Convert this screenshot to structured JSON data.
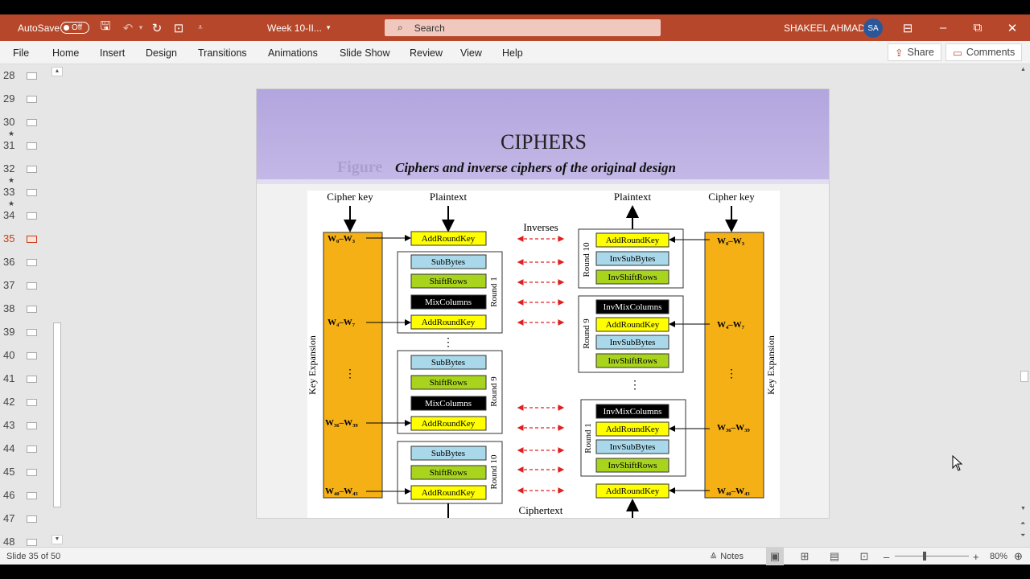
{
  "titlebar": {
    "autosave_label": "AutoSave",
    "autosave_state": "Off",
    "doc_title": "Week 10-II...",
    "search_placeholder": "Search",
    "user_name": "SHAKEEL AHMAD",
    "user_initials": "SA",
    "accent_color": "#b7472a"
  },
  "ribbon": {
    "tabs": [
      "File",
      "Home",
      "Insert",
      "Design",
      "Transitions",
      "Animations",
      "Slide Show",
      "Review",
      "View",
      "Help"
    ],
    "share_label": "Share",
    "comments_label": "Comments"
  },
  "thumbnails": {
    "numbers": [
      "28",
      "29",
      "30",
      "31",
      "32",
      "33",
      "34",
      "35",
      "36",
      "37",
      "38",
      "39",
      "40",
      "41",
      "42",
      "43",
      "44",
      "45",
      "46",
      "47",
      "48"
    ],
    "active": "35"
  },
  "slide": {
    "title": "CIPHERS",
    "figure_ghost": "Figure",
    "caption": "Ciphers and inverse ciphers of the original design",
    "diagram": {
      "cipher_key": "Cipher key",
      "plaintext": "Plaintext",
      "ciphertext": "Ciphertext",
      "inverses": "Inverses",
      "key_expansion": "Key Expansion",
      "ellipsis": "⋮",
      "w_first": "W₀–W₃",
      "w_second": "W₄–W₇",
      "w_mid": "W₃₆–W₃₉",
      "w_last": "W₄₀–W₄₃",
      "round1": "Round 1",
      "round9": "Round 9",
      "round10": "Round 10",
      "add_round_key": "AddRoundKey",
      "sub_bytes": "SubBytes",
      "shift_rows": "ShiftRows",
      "mix_columns": "MixColumns",
      "inv_sub_bytes": "InvSubBytes",
      "inv_shift_rows": "InvShiftRows",
      "inv_mix_columns": "InvMixColumns"
    }
  },
  "status": {
    "slide_info": "Slide 35 of 50",
    "notes_label": "Notes",
    "zoom": "80%"
  }
}
